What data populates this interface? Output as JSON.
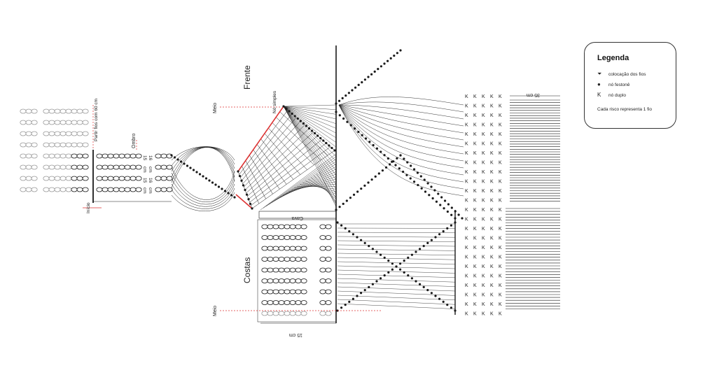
{
  "labels": {
    "frente": "Frente",
    "costas": "Costas",
    "meio_top": "Meio",
    "meio_bottom": "Meio",
    "no_simples": "Nó simples",
    "ombro": "Ombro",
    "inicio": "Início",
    "partir_fios": "Partir fios com 60 cm",
    "cava": "Cava",
    "dim_15cm": "15 cm",
    "dim_35cm": "35 cm",
    "shoulder_dims": [
      "16",
      "cm",
      "16",
      "cm",
      "15",
      "cm",
      "15",
      "cm"
    ]
  },
  "legend": {
    "title": "Legenda",
    "items": [
      {
        "symbol": "arrow-down-icon",
        "glyph": "⏷",
        "label": "colocação dos fios"
      },
      {
        "symbol": "filled-dot-icon",
        "glyph": "●",
        "label": "nó festonê"
      },
      {
        "symbol": "double-knot-icon",
        "glyph": "K",
        "label": "nó duplo"
      }
    ],
    "note": "Cada risco representa 1 fio"
  },
  "colors": {
    "line": "#1a1a1a",
    "guide": "#d33",
    "grey": "#9a9a9a"
  }
}
